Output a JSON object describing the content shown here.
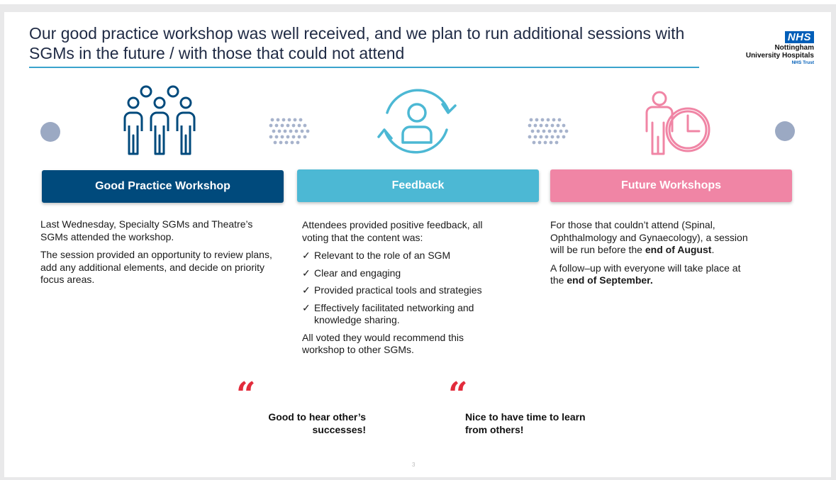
{
  "header": {
    "title": "Our good practice workshop was well received, and we plan to run additional sessions with SGMs in the future / with those that could not attend"
  },
  "logo": {
    "nhs": "NHS",
    "line1": "Nottingham",
    "line2": "University Hospitals",
    "line3": "NHS Trust"
  },
  "colors": {
    "navy": "#004a7c",
    "teal": "#4cb8d4",
    "pink": "#f085a5",
    "quote_red": "#e22b3b"
  },
  "stages": [
    {
      "label": "Good Practice Workshop",
      "icon": "people-group-icon"
    },
    {
      "label": "Feedback",
      "icon": "person-cycle-icon"
    },
    {
      "label": "Future Workshops",
      "icon": "person-clock-icon"
    }
  ],
  "col1": {
    "p1": "Last Wednesday, Specialty SGMs and Theatre’s SGMs attended the workshop.",
    "p2": "The session provided an opportunity to review plans, add any additional elements, and decide on priority focus areas."
  },
  "col2": {
    "intro": "Attendees provided positive feedback, all voting that the content was:",
    "check": "✓",
    "items": [
      "Relevant to the role of an SGM",
      "Clear and engaging",
      "Provided practical tools and strategies",
      "Effectively facilitated networking and knowledge sharing."
    ],
    "outro": "All voted they would recommend this workshop to other SGMs."
  },
  "col3": {
    "p1_a": "For those that couldn’t attend (Spinal, Ophthalmology and Gynaecology), a session will be run before the ",
    "p1_b": "end of August",
    "p1_c": ".",
    "p2_a": "A follow–up with everyone will take place at the ",
    "p2_b": "end of September."
  },
  "quotes": [
    {
      "mark": "“",
      "text_line1": "Good to hear other’s",
      "text_line2": "successes!"
    },
    {
      "mark": "“",
      "text_line1": "Nice to have time to learn",
      "text_line2": "from others!"
    }
  ],
  "footer": {
    "page": "3"
  }
}
